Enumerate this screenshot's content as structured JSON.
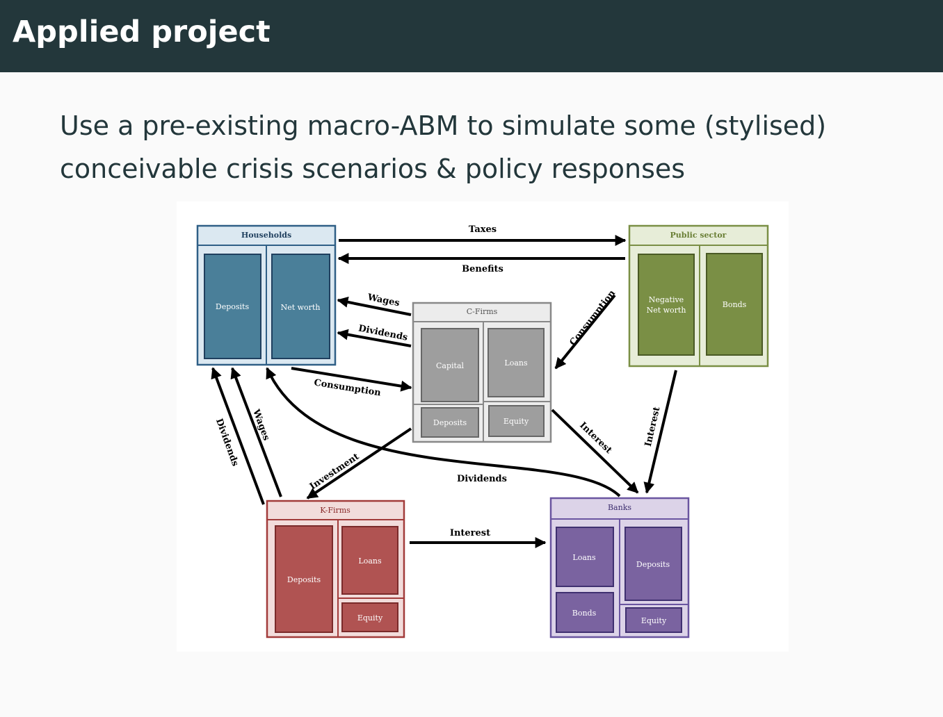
{
  "header": {
    "title": "Applied project"
  },
  "body": {
    "lines": [
      "Use a pre-existing macro-ABM to simulate some (stylised)",
      "conceivable crisis scenarios & policy responses"
    ]
  },
  "diagram": {
    "households": {
      "title": "Households",
      "deposits": "Deposits",
      "net_worth": "Net worth"
    },
    "public_sector": {
      "title": "Public sector",
      "negative_line1": "Negative",
      "negative_line2": "Net worth",
      "bonds": "Bonds"
    },
    "c_firms": {
      "title": "C-Firms",
      "capital": "Capital",
      "loans": "Loans",
      "deposits": "Deposits",
      "equity": "Equity"
    },
    "k_firms": {
      "title": "K-Firms",
      "deposits": "Deposits",
      "loans": "Loans",
      "equity": "Equity"
    },
    "banks": {
      "title": "Banks",
      "loans": "Loans",
      "deposits": "Deposits",
      "bonds": "Bonds",
      "equity": "Equity"
    },
    "flows": {
      "taxes": "Taxes",
      "benefits": "Benefits",
      "wages_c": "Wages",
      "dividends_c": "Dividends",
      "consumption_hh": "Consumption",
      "consumption_gov": "Consumption",
      "dividends_k": "Dividends",
      "wages_k": "Wages",
      "investment": "Investment",
      "dividends_banks": "Dividends",
      "interest_c": "Interest",
      "interest_gov": "Interest",
      "interest_k": "Interest"
    },
    "colors": {
      "households": "#4a7f99",
      "public_sector": "#7a8f45",
      "c_firms": "#9e9e9e",
      "k_firms": "#b05352",
      "banks": "#7a63a0"
    }
  }
}
